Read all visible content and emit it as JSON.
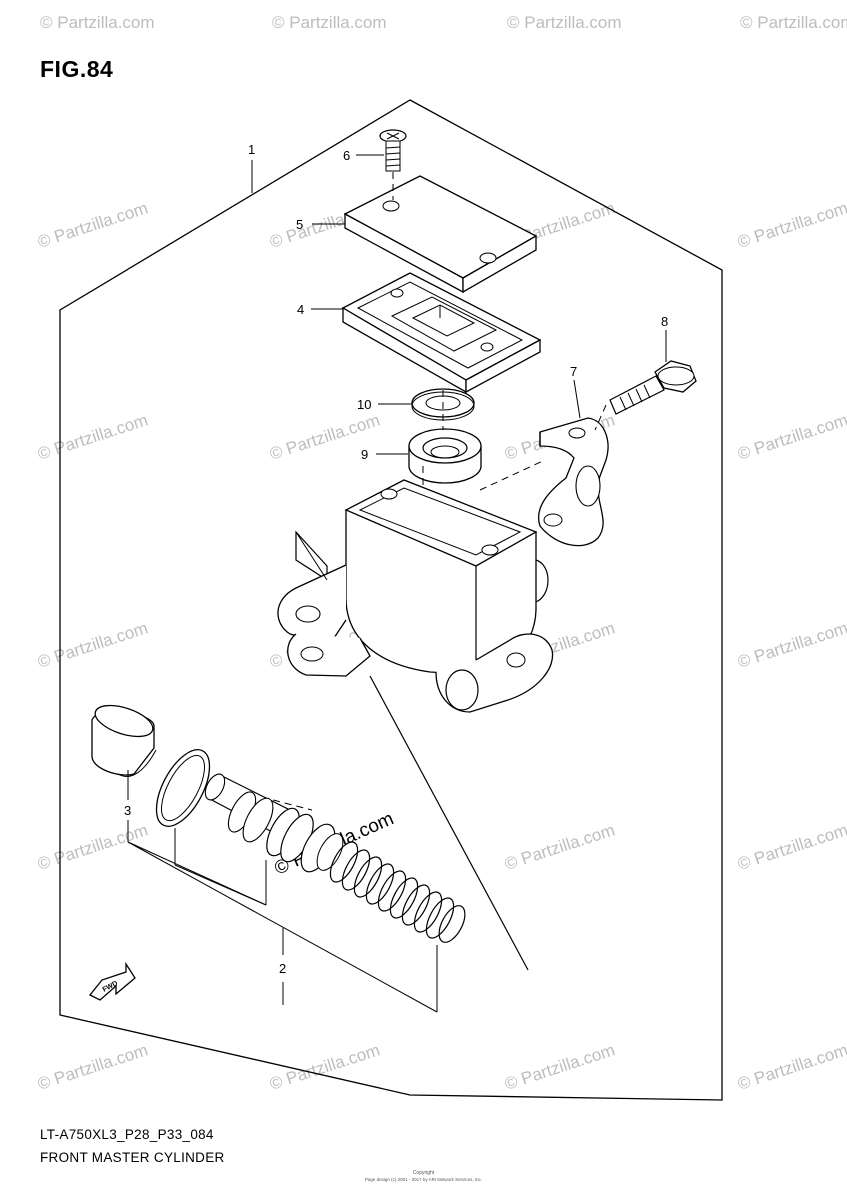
{
  "figure": {
    "title": "FIG.84",
    "model_code": "LT-A750XL3_P28_P33_084",
    "caption": "FRONT MASTER CYLINDER",
    "fwd_label": "FWD"
  },
  "callouts": [
    "1",
    "2",
    "3",
    "4",
    "5",
    "6",
    "7",
    "8",
    "9",
    "10"
  ],
  "watermark": {
    "text": "© Partzilla.com",
    "center_text": "© Partzilla.com"
  },
  "copyright": {
    "heading": "Copyright",
    "line": "Page design (c) 2001 - 2017 by ARI Network Services, Inc."
  },
  "colors": {
    "line": "#000000",
    "watermark": "#bdbdbd"
  }
}
